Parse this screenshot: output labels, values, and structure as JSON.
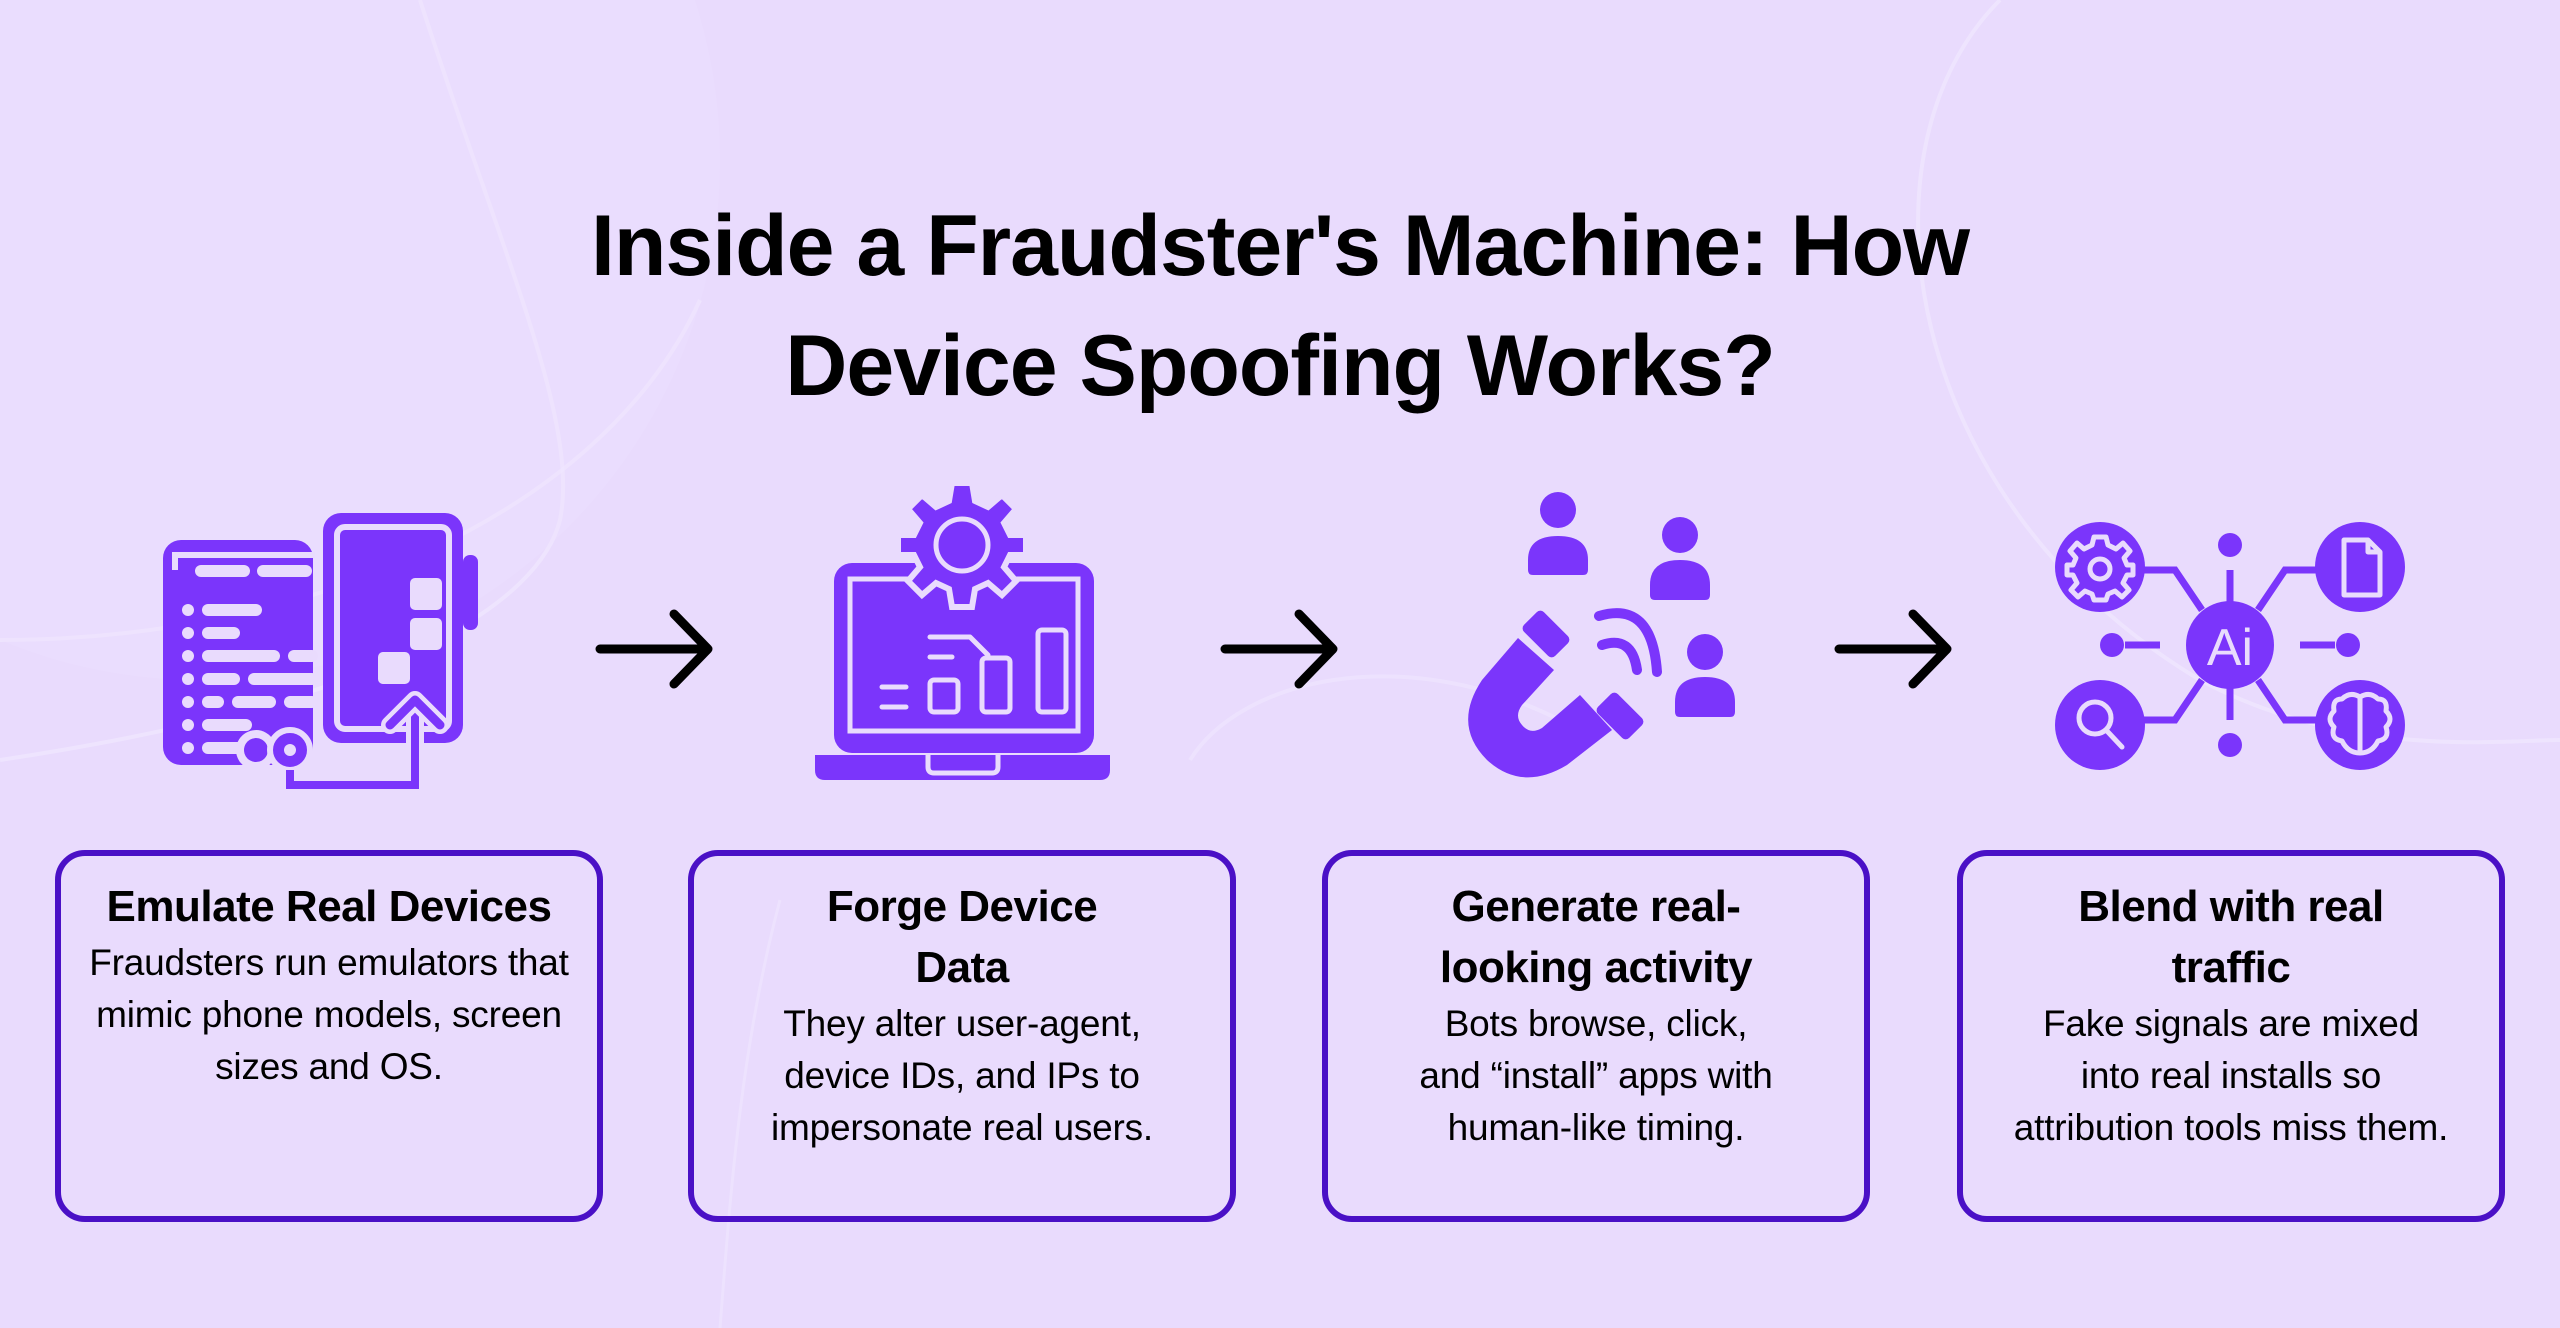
{
  "title": {
    "line1": "Inside a Fraudster's Machine: How",
    "line2": "Device Spoofing Works?"
  },
  "colors": {
    "background": "#E9DBFD",
    "icon": "#7B35FB",
    "card_border": "#4A10C6",
    "text": "#000000"
  },
  "steps": [
    {
      "icon": "emulator-device-icon",
      "title": "Emulate Real Devices",
      "body": "Fraudsters run emulators that mimic phone models, screen sizes and OS."
    },
    {
      "icon": "laptop-gear-chart-icon",
      "title": "Forge Device Data",
      "body": "They alter user-agent, device IDs, and IPs to impersonate real users."
    },
    {
      "icon": "magnet-users-icon",
      "title": "Generate real-looking activity",
      "body": "Bots browse, click, and “install” apps with human-like timing."
    },
    {
      "icon": "ai-network-icon",
      "title": "Blend with real traffic",
      "body": "Fake signals are mixed into real installs so attribution tools miss them."
    }
  ],
  "arrows": [
    "arrow-right-icon",
    "arrow-right-icon",
    "arrow-right-icon"
  ],
  "ai_label": "Ai"
}
